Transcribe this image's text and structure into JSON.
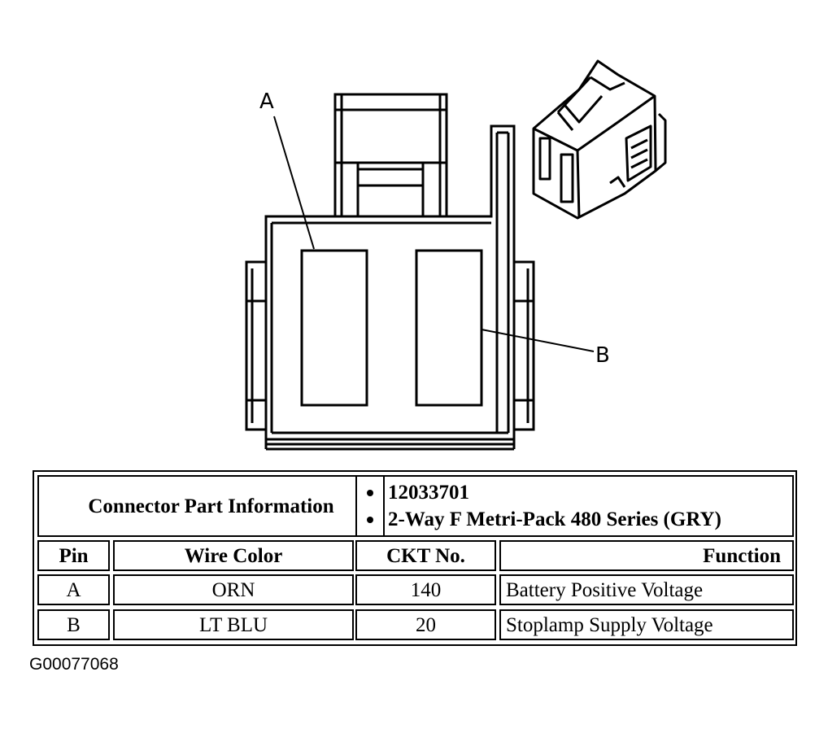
{
  "diagram": {
    "callout_a": "A",
    "callout_b": "B"
  },
  "part_info": {
    "header": "Connector Part Information",
    "items": [
      "12033701",
      "2-Way F Metri-Pack 480 Series (GRY)"
    ]
  },
  "pin_table": {
    "columns": [
      "Pin",
      "Wire Color",
      "CKT No.",
      "Function"
    ],
    "rows": [
      [
        "A",
        "ORN",
        "140",
        "Battery Positive Voltage"
      ],
      [
        "B",
        "LT BLU",
        "20",
        "Stoplamp Supply Voltage"
      ]
    ]
  },
  "figure_id": "G00077068"
}
